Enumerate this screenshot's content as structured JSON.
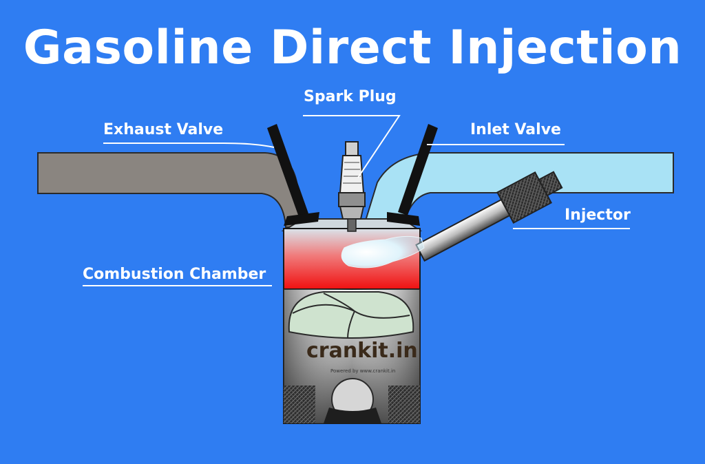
{
  "title": "Gasoline Direct Injection",
  "labels": {
    "spark_plug": "Spark Plug",
    "exhaust_valve": "Exhaust Valve",
    "inlet_valve": "Inlet Valve",
    "injector": "Injector",
    "combustion_chamber": "Combustion Chamber"
  },
  "logo": {
    "text": "crankit.in",
    "tagline": "Powered by www.crankit.in"
  },
  "colors": {
    "background": "#2f7df2",
    "exhaust_port": "#8a8580",
    "inlet_port": "#a9e2f5",
    "chamber_hot": "#f01818",
    "valve": "#111111",
    "label": "#ffffff"
  }
}
